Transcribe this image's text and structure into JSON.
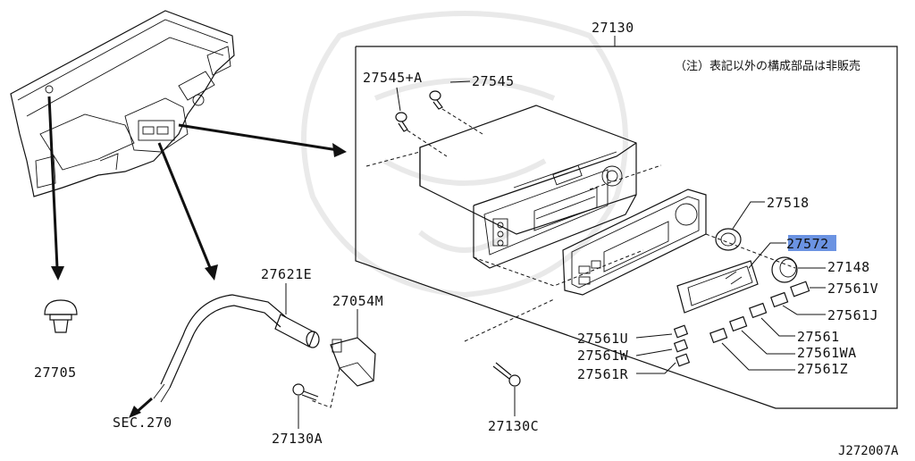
{
  "note_text": "（注）表記以外の構成部品は非販売",
  "drawing_ref": "J272007A",
  "section_ref": "SEC.270",
  "labels": {
    "p27130": "27130",
    "p27545A": "27545+A",
    "p27545": "27545",
    "p27518": "27518",
    "p27572a": "2757",
    "p27572b": "2",
    "p27148": "27148",
    "p27561V": "27561V",
    "p27561J": "27561J",
    "p27561": "27561",
    "p27561WA": "27561WA",
    "p27561Z": "27561Z",
    "p27561U": "27561U",
    "p27561W": "27561W",
    "p27561R": "27561R",
    "p27130C": "27130C",
    "p27621E": "27621E",
    "p27054M": "27054M",
    "p27130A": "27130A",
    "p27705": "27705"
  },
  "highlight_color": "#3a6fd8",
  "icons": {
    "dashboard": "dashboard-illustration-icon",
    "control_unit": "heater-control-unit-icon",
    "hose": "aspirator-hose-icon",
    "clip": "clip-icon",
    "screw": "screw-icon",
    "knob": "knob-icon"
  }
}
